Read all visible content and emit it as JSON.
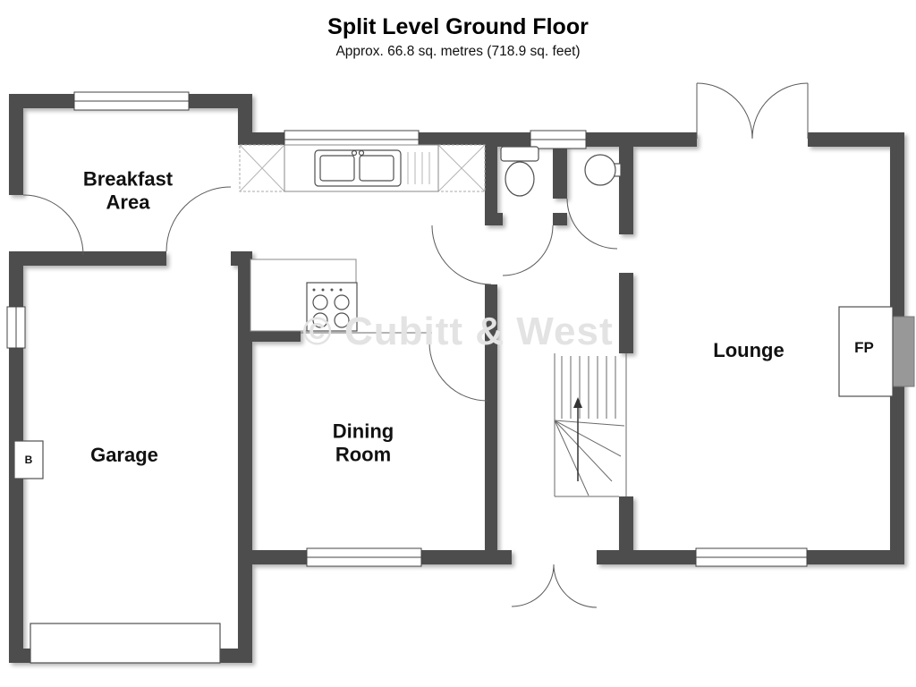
{
  "title": "Split Level Ground Floor",
  "subtitle": "Approx. 66.8 sq. metres (718.9 sq. feet)",
  "watermark": "© Cubitt & West",
  "rooms": {
    "breakfast": {
      "label": "Breakfast\nArea"
    },
    "garage": {
      "label": "Garage"
    },
    "dining": {
      "label": "Dining\nRoom"
    },
    "lounge": {
      "label": "Lounge"
    }
  },
  "markers": {
    "fireplace": "FP",
    "boiler": "B"
  },
  "colors": {
    "wall": "#4d4d4d",
    "line": "#444444",
    "watermark": "#e3e3e3",
    "background": "#ffffff"
  }
}
